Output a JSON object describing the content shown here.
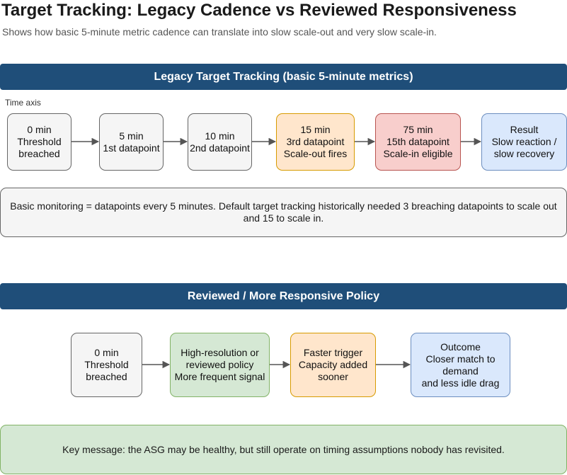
{
  "title": "Target Tracking: Legacy Cadence vs Reviewed Responsiveness",
  "subtitle": "Shows how basic 5-minute metric cadence can translate into slow scale-out and very slow scale-in.",
  "legacy": {
    "header": "Legacy Target Tracking (basic 5-minute metrics)",
    "axis_label": "Time axis",
    "steps": [
      {
        "lines": [
          "0 min",
          "Threshold",
          "breached"
        ]
      },
      {
        "lines": [
          "5 min",
          "1st datapoint"
        ]
      },
      {
        "lines": [
          "10 min",
          "2nd datapoint"
        ]
      },
      {
        "lines": [
          "15 min",
          "3rd datapoint",
          "Scale-out fires"
        ]
      },
      {
        "lines": [
          "75 min",
          "15th datapoint",
          "Scale-in eligible"
        ]
      },
      {
        "lines": [
          "Result",
          "Slow reaction /",
          "slow recovery"
        ]
      }
    ],
    "note": "Basic monitoring = datapoints every 5 minutes. Default target tracking historically needed 3 breaching datapoints to scale out and 15 to scale in."
  },
  "reviewed": {
    "header": "Reviewed / More Responsive Policy",
    "steps": [
      {
        "lines": [
          "0 min",
          "Threshold",
          "breached"
        ]
      },
      {
        "lines": [
          "High-resolution or",
          "reviewed policy",
          "More frequent signal"
        ]
      },
      {
        "lines": [
          "Faster trigger",
          "Capacity added",
          "sooner"
        ]
      },
      {
        "lines": [
          "Outcome",
          "Closer match to",
          "demand",
          "and less idle drag"
        ]
      }
    ],
    "note": "Key message: the ASG may be healthy, but still operate on timing assumptions nobody has revisited."
  },
  "colors": {
    "header_band": "#1f4e79",
    "neutral": "#f5f5f5",
    "warning": "#ffe6cc",
    "critical": "#f8cecc",
    "result": "#dae8fc",
    "positive": "#d5e8d4",
    "arrow": "#555555"
  }
}
